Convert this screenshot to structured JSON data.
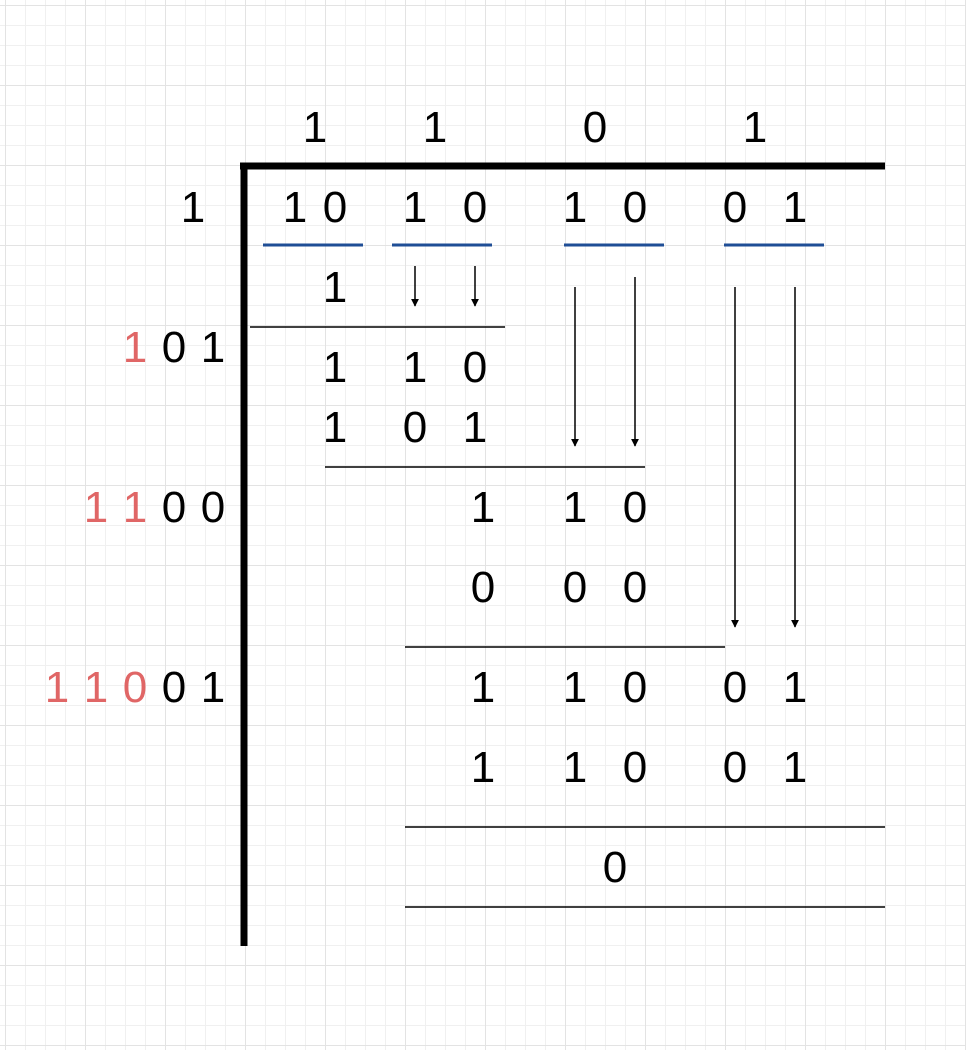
{
  "colors": {
    "text": "#000000",
    "highlight": "#e06666",
    "underline": "#1f4e96",
    "frame": "#000000"
  },
  "quotient": [
    "1",
    "1",
    "0",
    "1"
  ],
  "dividend": {
    "groups": [
      [
        "1",
        "0"
      ],
      [
        "1",
        "0"
      ],
      [
        "1",
        "0"
      ],
      [
        "0",
        "1"
      ]
    ]
  },
  "partial_divisors": [
    {
      "label": "1",
      "red_count": 0
    },
    {
      "label": "101",
      "red_count": 1
    },
    {
      "label": "1100",
      "red_count": 2
    },
    {
      "label": "11001",
      "red_count": 3
    }
  ],
  "steps": [
    {
      "subtrahend": [
        "1"
      ]
    },
    {
      "remainder": [
        "1",
        "1",
        "0"
      ],
      "subtrahend": [
        "1",
        "0",
        "1"
      ]
    },
    {
      "remainder": [
        "1",
        "1",
        "0"
      ],
      "subtrahend": [
        "0",
        "0",
        "0"
      ]
    },
    {
      "remainder": [
        "1",
        "1",
        "0",
        "0",
        "1"
      ],
      "subtrahend": [
        "1",
        "1",
        "0",
        "0",
        "1"
      ]
    }
  ],
  "final_remainder": "0"
}
